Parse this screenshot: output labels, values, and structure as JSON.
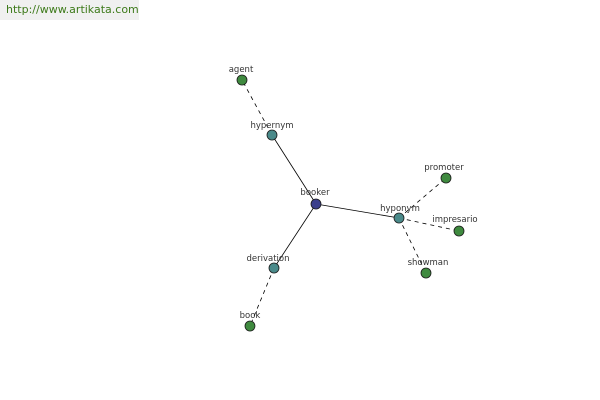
{
  "watermark": "http://www.artikata.com",
  "colors": {
    "center": "#3b3f8c",
    "relation": "#4a8a8a",
    "word": "#3f8a3f"
  },
  "graph": {
    "center": "booker",
    "relations": [
      "hypernym",
      "hyponym",
      "derivation"
    ],
    "words": {
      "hypernym": [
        "agent"
      ],
      "hyponym": [
        "promoter",
        "impresario",
        "showman"
      ],
      "derivation": [
        "book"
      ]
    }
  }
}
